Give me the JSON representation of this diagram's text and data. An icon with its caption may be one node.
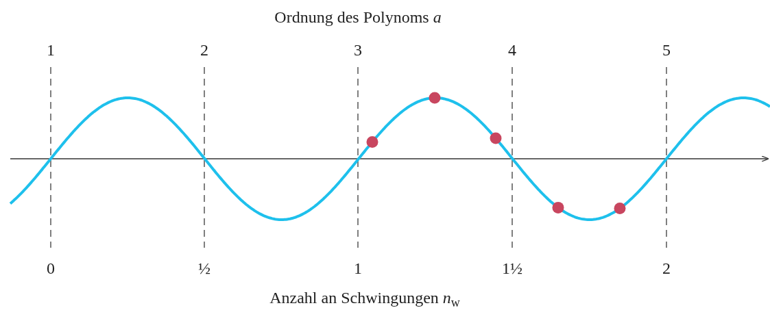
{
  "diagram": {
    "title": "Ordnung des Polynoms *a*",
    "caption": "Anzahl an Schwingungen *n*$_{w}$",
    "labels": [
      "1",
      "2",
      "3",
      "4",
      "5",
      "0",
      "½",
      "1",
      "1½",
      "2"
    ]
  }
}
